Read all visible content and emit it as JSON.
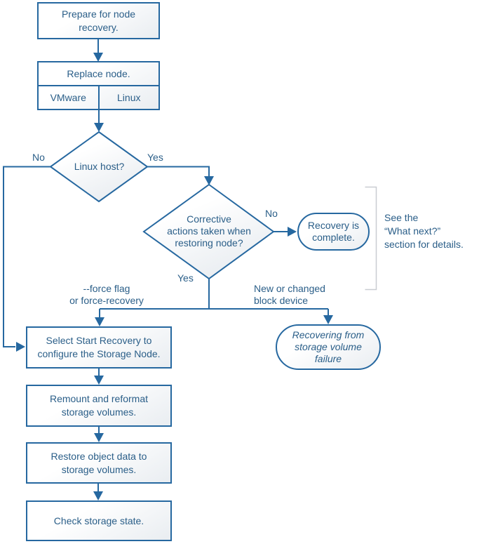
{
  "colors": {
    "stroke": "#2668A0",
    "text": "#2A5E88",
    "bracket": "#C9CDD1",
    "shape_fill_top": "#FFFFFF",
    "shape_fill_bottom": "#E9EDF1"
  },
  "nodes": {
    "prepare": {
      "lines": [
        "Prepare for node",
        "recovery."
      ]
    },
    "replace": {
      "label": "Replace node.",
      "vmware": "VMware",
      "linux": "Linux"
    },
    "linux_host": {
      "label": "Linux host?"
    },
    "corrective": {
      "lines": [
        "Corrective",
        "actions taken when",
        "restoring node?"
      ]
    },
    "recovery_complete": {
      "lines": [
        "Recovery is",
        "complete."
      ]
    },
    "select_recovery": {
      "lines": [
        "Select Start Recovery to",
        "configure the Storage Node."
      ]
    },
    "recovering_volume_failure": {
      "lines": [
        "Recovering from",
        "storage volume",
        "failure"
      ]
    },
    "remount": {
      "lines": [
        "Remount and reformat",
        "storage volumes."
      ]
    },
    "restore": {
      "lines": [
        "Restore object data to",
        "storage volumes."
      ]
    },
    "check_storage": {
      "label": "Check storage state."
    }
  },
  "labels": {
    "linux_host_no": "No",
    "linux_host_yes": "Yes",
    "corrective_no": "No",
    "corrective_yes": "Yes",
    "force_flag": {
      "lines": [
        "--force flag",
        "or force-recovery"
      ]
    },
    "block_device": {
      "lines": [
        "New or changed",
        "block device"
      ]
    },
    "see_note": {
      "lines": [
        "See the",
        "“What next?”",
        "section for details."
      ]
    }
  }
}
